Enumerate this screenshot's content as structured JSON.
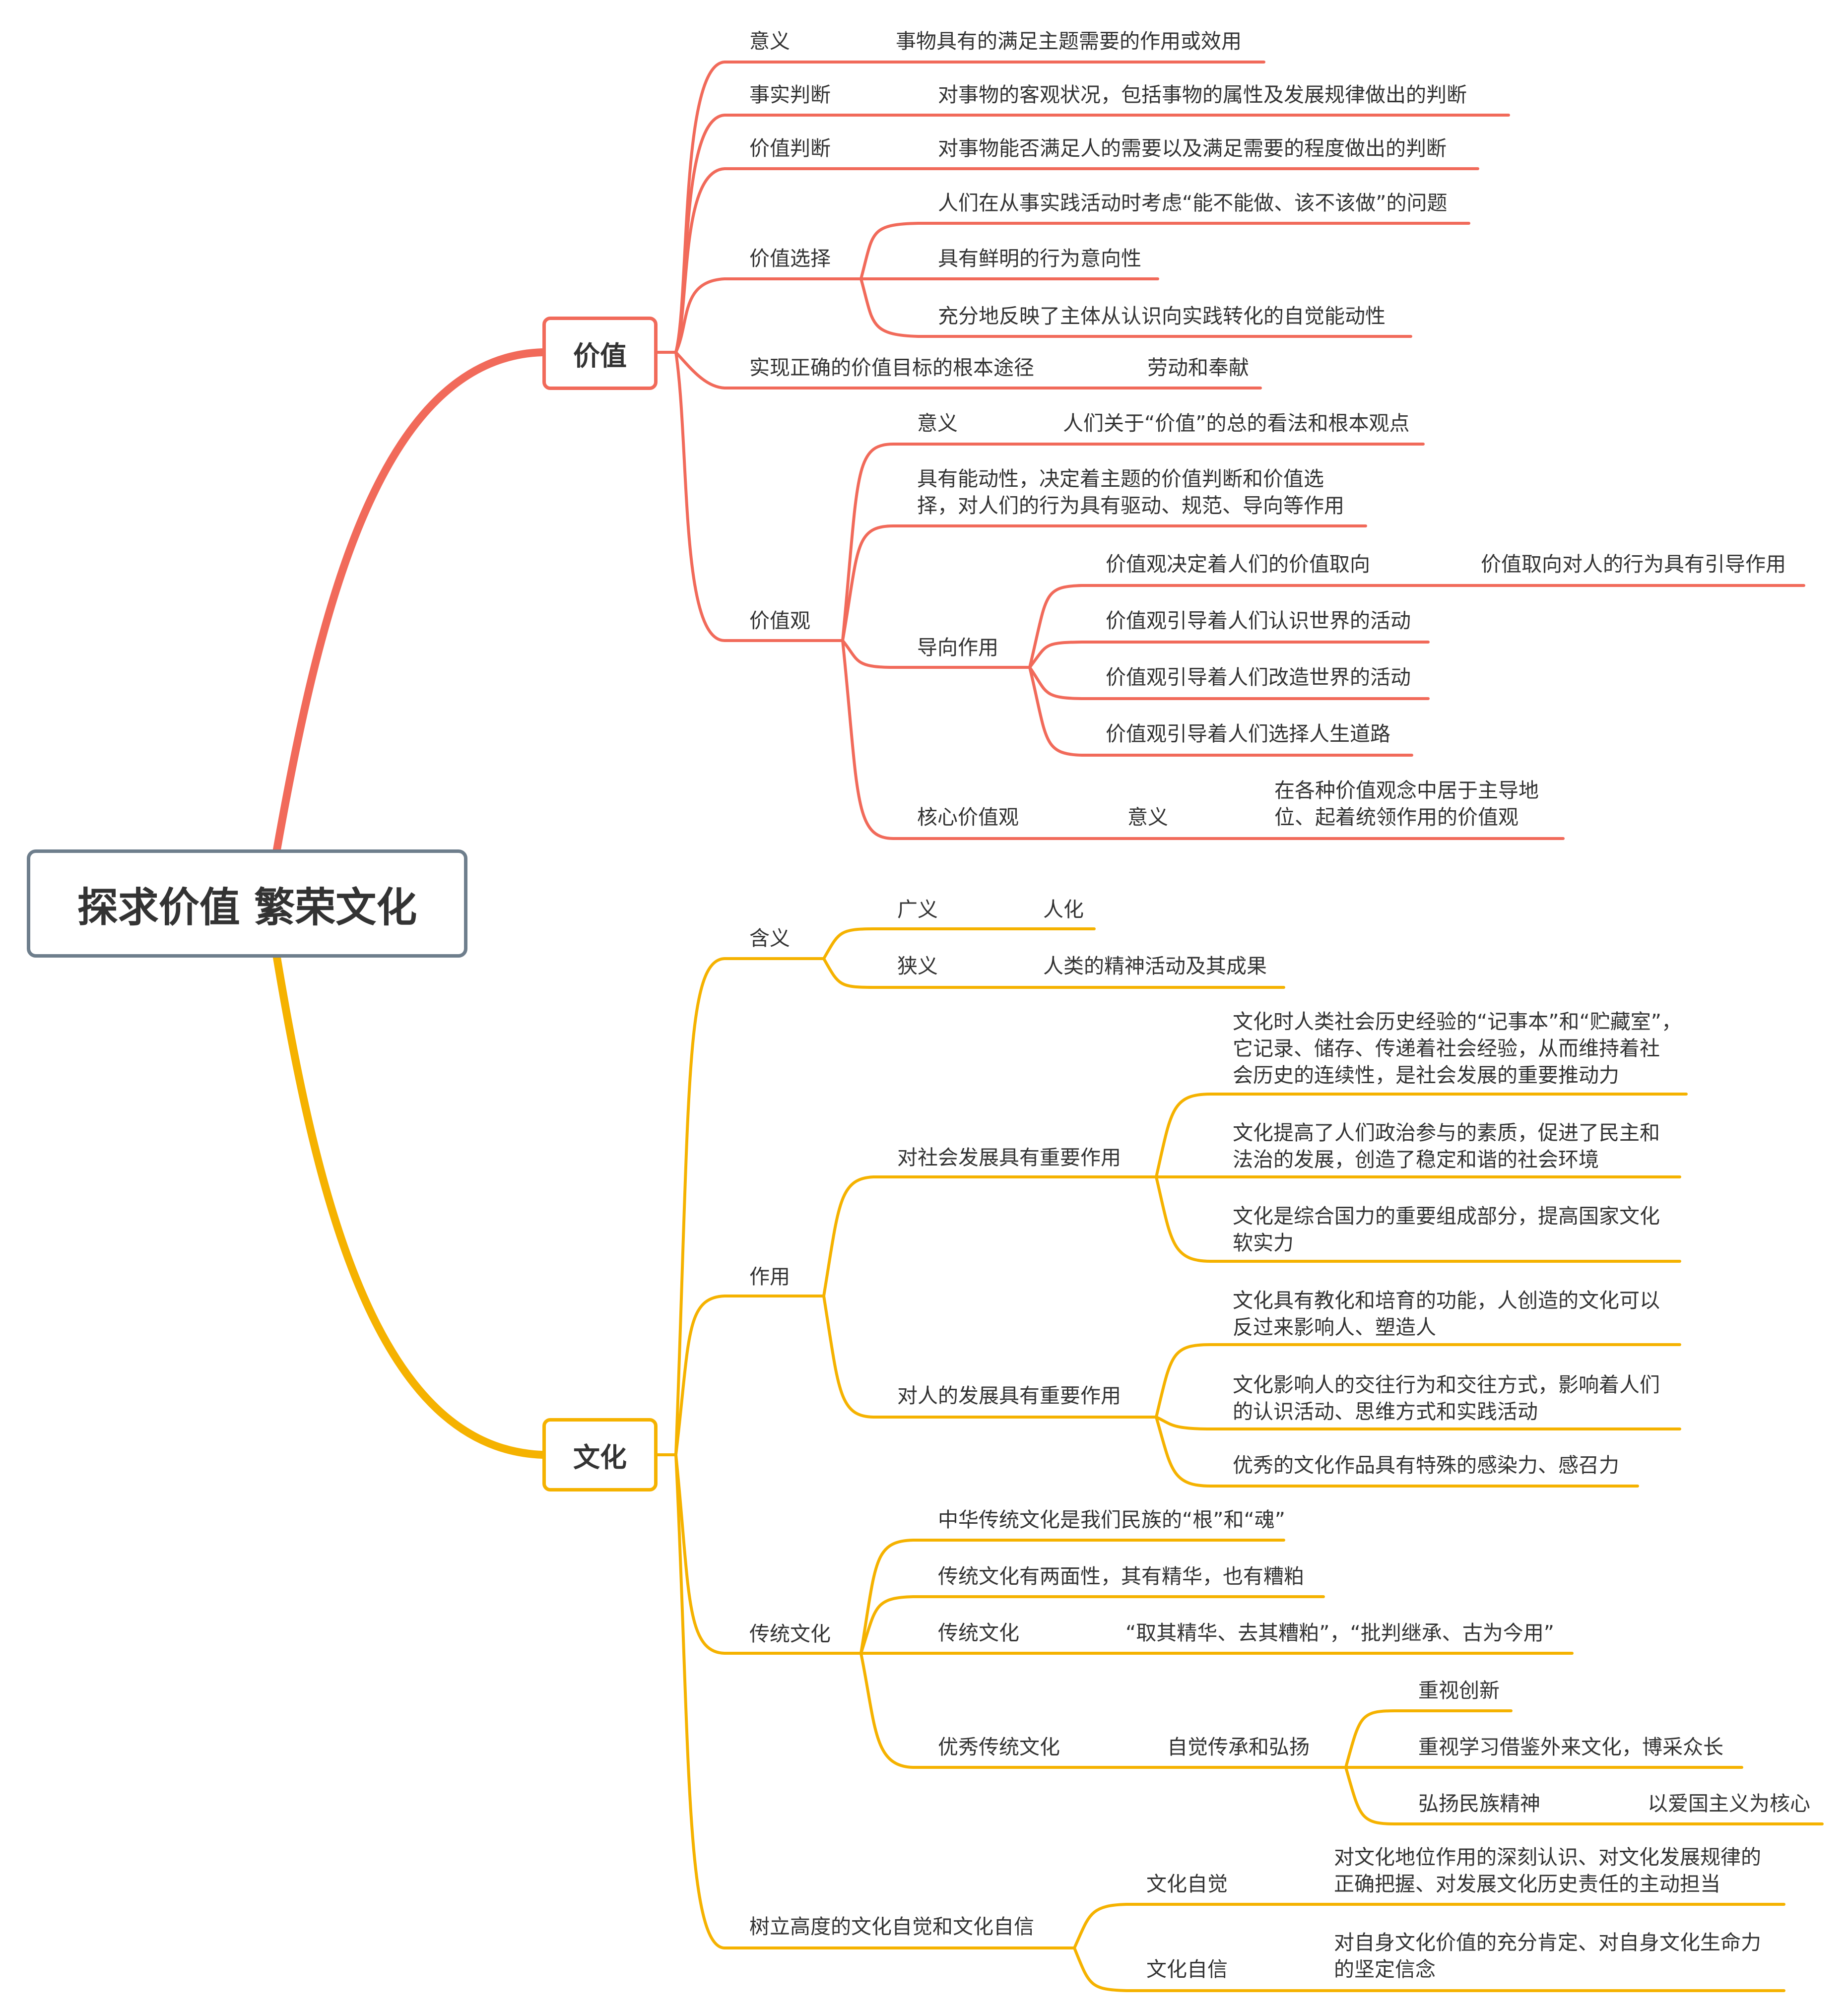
{
  "colors": {
    "root_border": "#6e7e8c",
    "value_branch": "#f16a5a",
    "culture_branch": "#f5b200",
    "text": "#333333"
  },
  "root": "探求价值 繁荣文化",
  "main_topics": [
    "价值",
    "文化"
  ],
  "value": {
    "meaning": {
      "label": "意义",
      "text": "事物具有的满足主题需要的作用或效用"
    },
    "fact_judgment": {
      "label": "事实判断",
      "text": "对事物的客观状况，包括事物的属性及发展规律做出的判断"
    },
    "value_judgment": {
      "label": "价值判断",
      "text": "对事物能否满足人的需要以及满足需要的程度做出的判断"
    },
    "value_choice": {
      "label": "价值选择",
      "items": [
        "人们在从事实践活动时考虑“能不能做、该不该做”的问题",
        "具有鲜明的行为意向性",
        "充分地反映了主体从认识向实践转化的自觉能动性"
      ]
    },
    "path": {
      "label": "实现正确的价值目标的根本途径",
      "text": "劳动和奉献"
    },
    "value_view": {
      "label": "价值观",
      "meaning": {
        "label": "意义",
        "text": "人们关于“价值”的总的看法和根本观点"
      },
      "activity": "具有能动性，决定着主题的价值判断和价值选\n择，对人们的行为具有驱动、规范、导向等作用",
      "guidance": {
        "label": "导向作用",
        "items": [
          "价值观决定着人们的价值取向",
          "价值观引导着人们认识世界的活动",
          "价值观引导着人们改造世界的活动",
          "价值观引导着人们选择人生道路"
        ],
        "orientation_effect": "价值取向对人的行为具有引导作用"
      },
      "core": {
        "label": "核心价值观",
        "meaning_label": "意义",
        "text": "在各种价值观念中居于主导地\n位、起着统领作用的价值观"
      }
    }
  },
  "culture": {
    "definition": {
      "label": "含义",
      "broad": {
        "label": "广义",
        "text": "人化"
      },
      "narrow": {
        "label": "狭义",
        "text": "人类的精神活动及其成果"
      }
    },
    "function": {
      "label": "作用",
      "society": {
        "label": "对社会发展具有重要作用",
        "items": [
          "文化时人类社会历史经验的“记事本”和“贮藏室”，\n它记录、储存、传递着社会经验，从而维持着社\n会历史的连续性，是社会发展的重要推动力",
          "文化提高了人们政治参与的素质，促进了民主和\n法治的发展，创造了稳定和谐的社会环境",
          "文化是综合国力的重要组成部分，提高国家文化\n软实力"
        ]
      },
      "people": {
        "label": "对人的发展具有重要作用",
        "items": [
          "文化具有教化和培育的功能，人创造的文化可以\n反过来影响人、塑造人",
          "文化影响人的交往行为和交往方式，影响着人们\n的认识活动、思维方式和实践活动",
          "优秀的文化作品具有特殊的感染力、感召力"
        ]
      }
    },
    "tradition": {
      "label": "传统文化",
      "root_soul": "中华传统文化是我们民族的“根”和“魂”",
      "two_sides": "传统文化有两面性，其有精华，也有糟粕",
      "attitude": {
        "label": "传统文化",
        "text": "“取其精华、去其糟粕”，“批判继承、古为今用”"
      },
      "excellent": {
        "label": "优秀传统文化",
        "inherit": "自觉传承和弘扬",
        "items": [
          "重视创新",
          "重视学习借鉴外来文化，博采众长",
          "弘扬民族精神"
        ],
        "core": "以爱国主义为核心"
      }
    },
    "confidence": {
      "label": "树立高度的文化自觉和文化自信",
      "awareness": {
        "label": "文化自觉",
        "text": "对文化地位作用的深刻认识、对文化发展规律的\n正确把握、对发展文化历史责任的主动担当"
      },
      "self_confidence": {
        "label": "文化自信",
        "text": "对自身文化价值的充分肯定、对自身文化生命力\n的坚定信念"
      }
    }
  }
}
